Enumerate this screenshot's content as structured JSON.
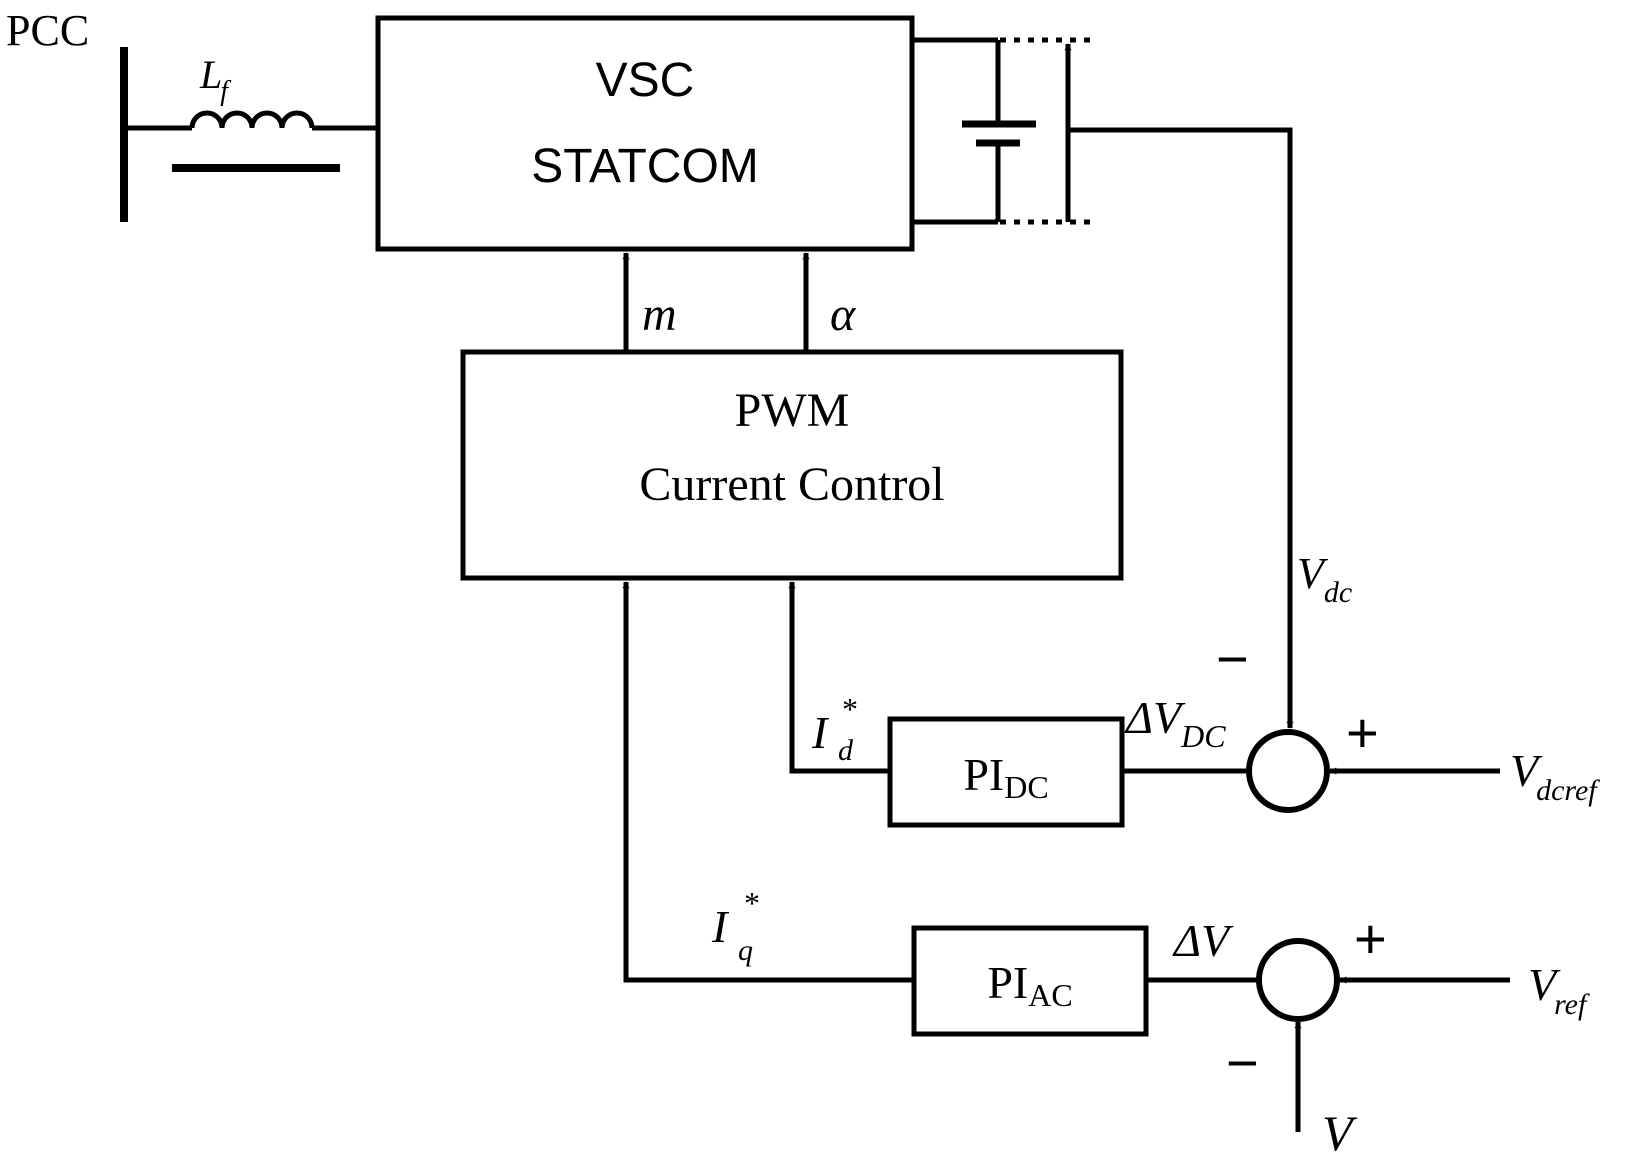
{
  "diagram": {
    "pcc_label": "PCC",
    "inductor": {
      "symbol": "L",
      "subscript": "f"
    },
    "vsc_block": {
      "line1": "VSC",
      "line2": "STATCOM"
    },
    "pwm_block": {
      "line1": "PWM",
      "line2": "Current Control"
    },
    "signal_m": "m",
    "signal_alpha": "α",
    "vdc": {
      "symbol": "V",
      "subscript": "dc"
    },
    "vdcref": {
      "symbol": "V",
      "subscript": "dcref"
    },
    "delta_vdc": {
      "symbol": "ΔV",
      "subscript": "DC"
    },
    "pi_dc": {
      "main": "PI",
      "subscript": "DC"
    },
    "pi_ac": {
      "main": "PI",
      "subscript": "AC"
    },
    "id_ref": {
      "symbol": "I",
      "superscript": "*",
      "subscript": "d"
    },
    "iq_ref": {
      "symbol": "I",
      "superscript": "*",
      "subscript": "q"
    },
    "delta_v": "ΔV",
    "vref": {
      "symbol": "V",
      "subscript": "ref"
    },
    "v_meas": "V",
    "sum_dc_signs": {
      "minus": "−",
      "plus": "+"
    },
    "sum_ac_signs": {
      "minus": "−",
      "plus": "+"
    }
  }
}
